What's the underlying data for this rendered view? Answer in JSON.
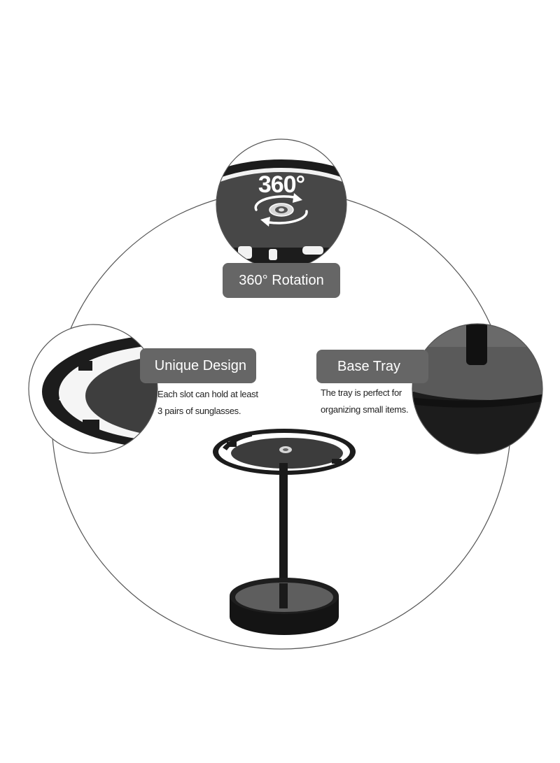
{
  "rotation_badge": {
    "degree_text": "360°",
    "label": "360° Rotation"
  },
  "unique_design": {
    "label": "Unique Design",
    "description_lines": [
      "Each slot can hold at least",
      "3 pairs of sunglasses."
    ]
  },
  "base_tray": {
    "label": "Base Tray",
    "description_lines": [
      "The tray is perfect for",
      "organizing small items."
    ]
  },
  "colors": {
    "label_background": "#666666",
    "product_black": "#1c1c1c",
    "tray_gray": "#5a5a5a",
    "outline_gray": "#555555"
  }
}
